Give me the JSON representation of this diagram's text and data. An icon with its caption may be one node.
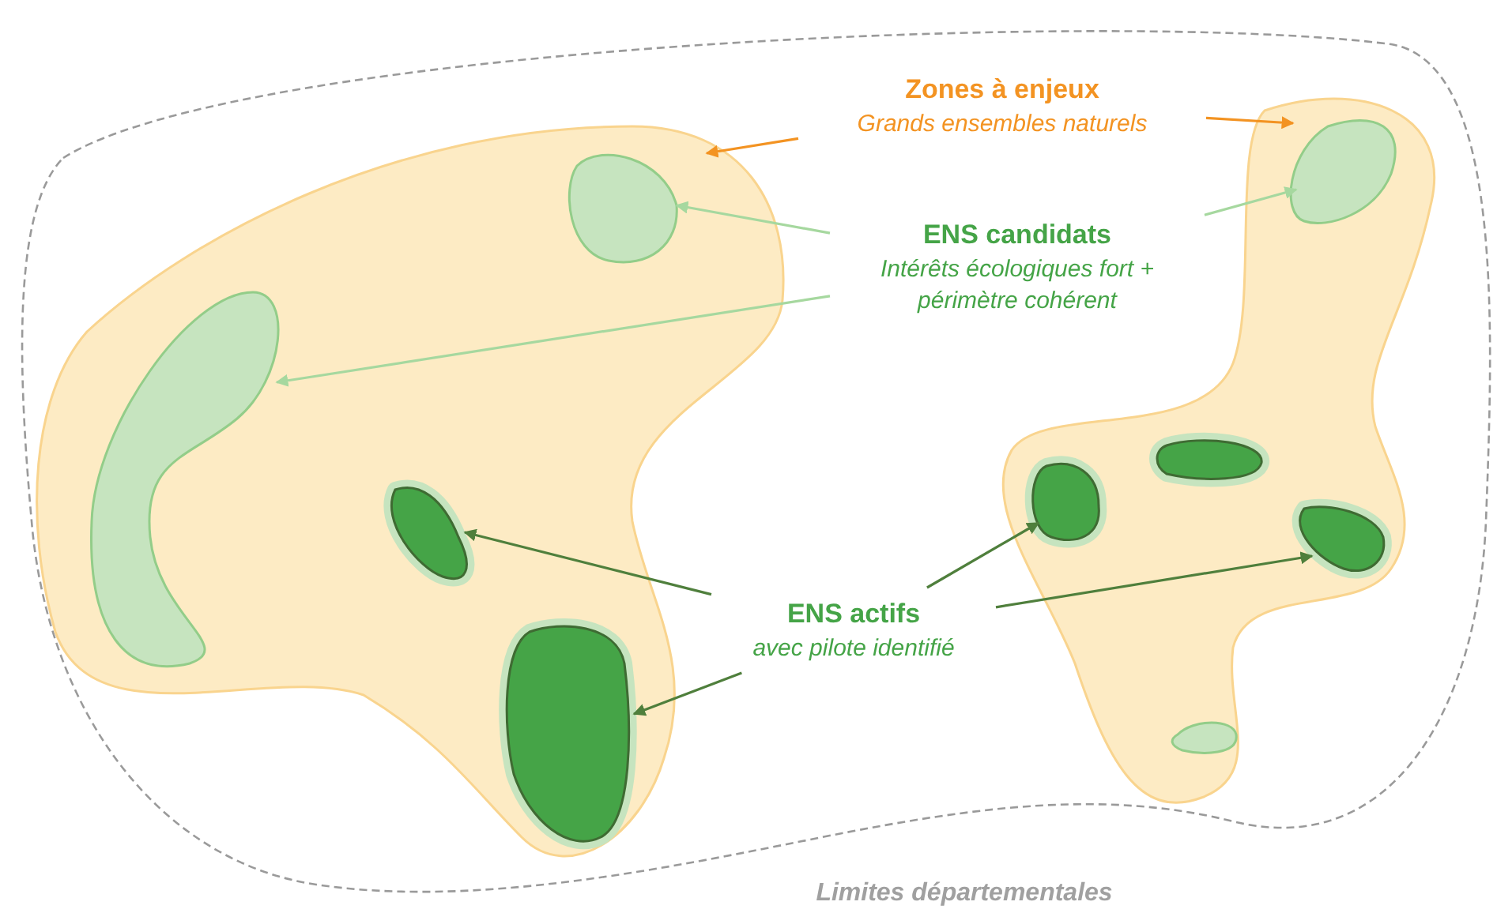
{
  "diagram": {
    "nodes": [
      {
        "text": [
          "Zones à enjeux",
          "Grands ensembles naturels"
        ]
      },
      {
        "text": [
          "ENS candidats",
          "Intérêts écologiques fort + périmètre cohérent"
        ]
      },
      {
        "text": [
          "ENS actifs",
          "avec pilote identifié"
        ]
      },
      {
        "text": [],
        "shape": "blob"
      },
      {
        "text": [],
        "shape": "blob"
      },
      {
        "text": [],
        "shape": "blob",
        "in": 3
      },
      {
        "text": [],
        "shape": "blob",
        "in": 3
      },
      {
        "text": [],
        "shape": "blob",
        "in": 4
      },
      {
        "text": [],
        "shape": "blob",
        "in": 4
      },
      {
        "text": [],
        "shape": "blob",
        "in": 3
      },
      {
        "text": [],
        "shape": "blob",
        "in": 3
      },
      {
        "text": [],
        "shape": "blob",
        "in": 4
      },
      {
        "text": [],
        "shape": "blob",
        "in": 4
      },
      {
        "text": [],
        "shape": "blob",
        "in": 4
      }
    ],
    "edges": [
      {
        "from": 0,
        "to": 3,
        "arrow": "to",
        "color": "#f39322"
      },
      {
        "from": 0,
        "to": 4,
        "arrow": "to",
        "color": "#f39322"
      },
      {
        "from": 1,
        "to": 5,
        "arrow": "to",
        "color": "#a6d89f"
      },
      {
        "from": 1,
        "to": 6,
        "arrow": "to",
        "color": "#a6d89f"
      },
      {
        "from": 1,
        "to": 7,
        "arrow": "to",
        "color": "#a6d89f"
      },
      {
        "from": 2,
        "to": 9,
        "arrow": "to",
        "color": "#4f7f3c"
      },
      {
        "from": 2,
        "to": 10,
        "arrow": "to",
        "color": "#4f7f3c"
      },
      {
        "from": 2,
        "to": 11,
        "arrow": "to",
        "color": "#4f7f3c"
      },
      {
        "from": 2,
        "to": 13,
        "arrow": "to",
        "color": "#4f7f3c"
      }
    ],
    "labels": [
      "Limites départementales"
    ]
  }
}
